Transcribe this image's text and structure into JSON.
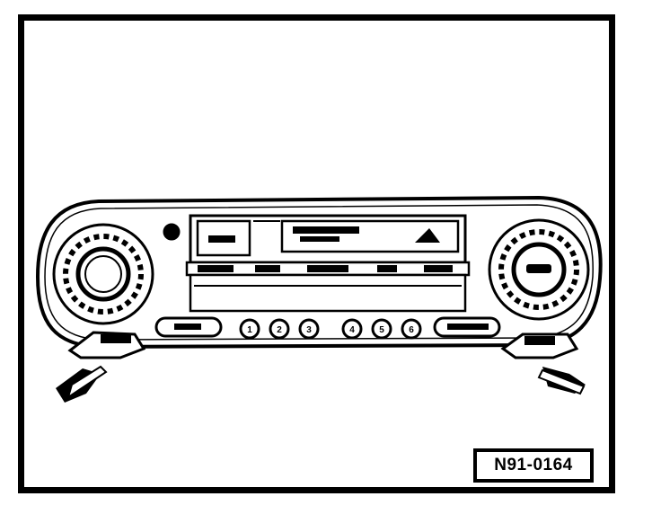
{
  "figure": {
    "reference_code": "N91-0164",
    "preset_buttons": [
      "1",
      "2",
      "3",
      "4",
      "5",
      "6"
    ]
  }
}
